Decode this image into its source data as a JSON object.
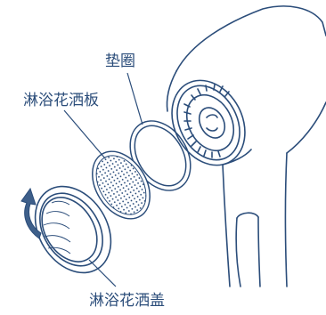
{
  "labels": {
    "gasket": "垫圈",
    "shower_plate": "淋浴花洒板",
    "shower_cap": "淋浴花洒盖"
  },
  "colors": {
    "line": "#2b4d7a",
    "arrow": "#3e5f8a",
    "background": "#ffffff"
  },
  "icons": {
    "rotation_arrow": "counterclockwise-rotate-arrow-icon"
  }
}
